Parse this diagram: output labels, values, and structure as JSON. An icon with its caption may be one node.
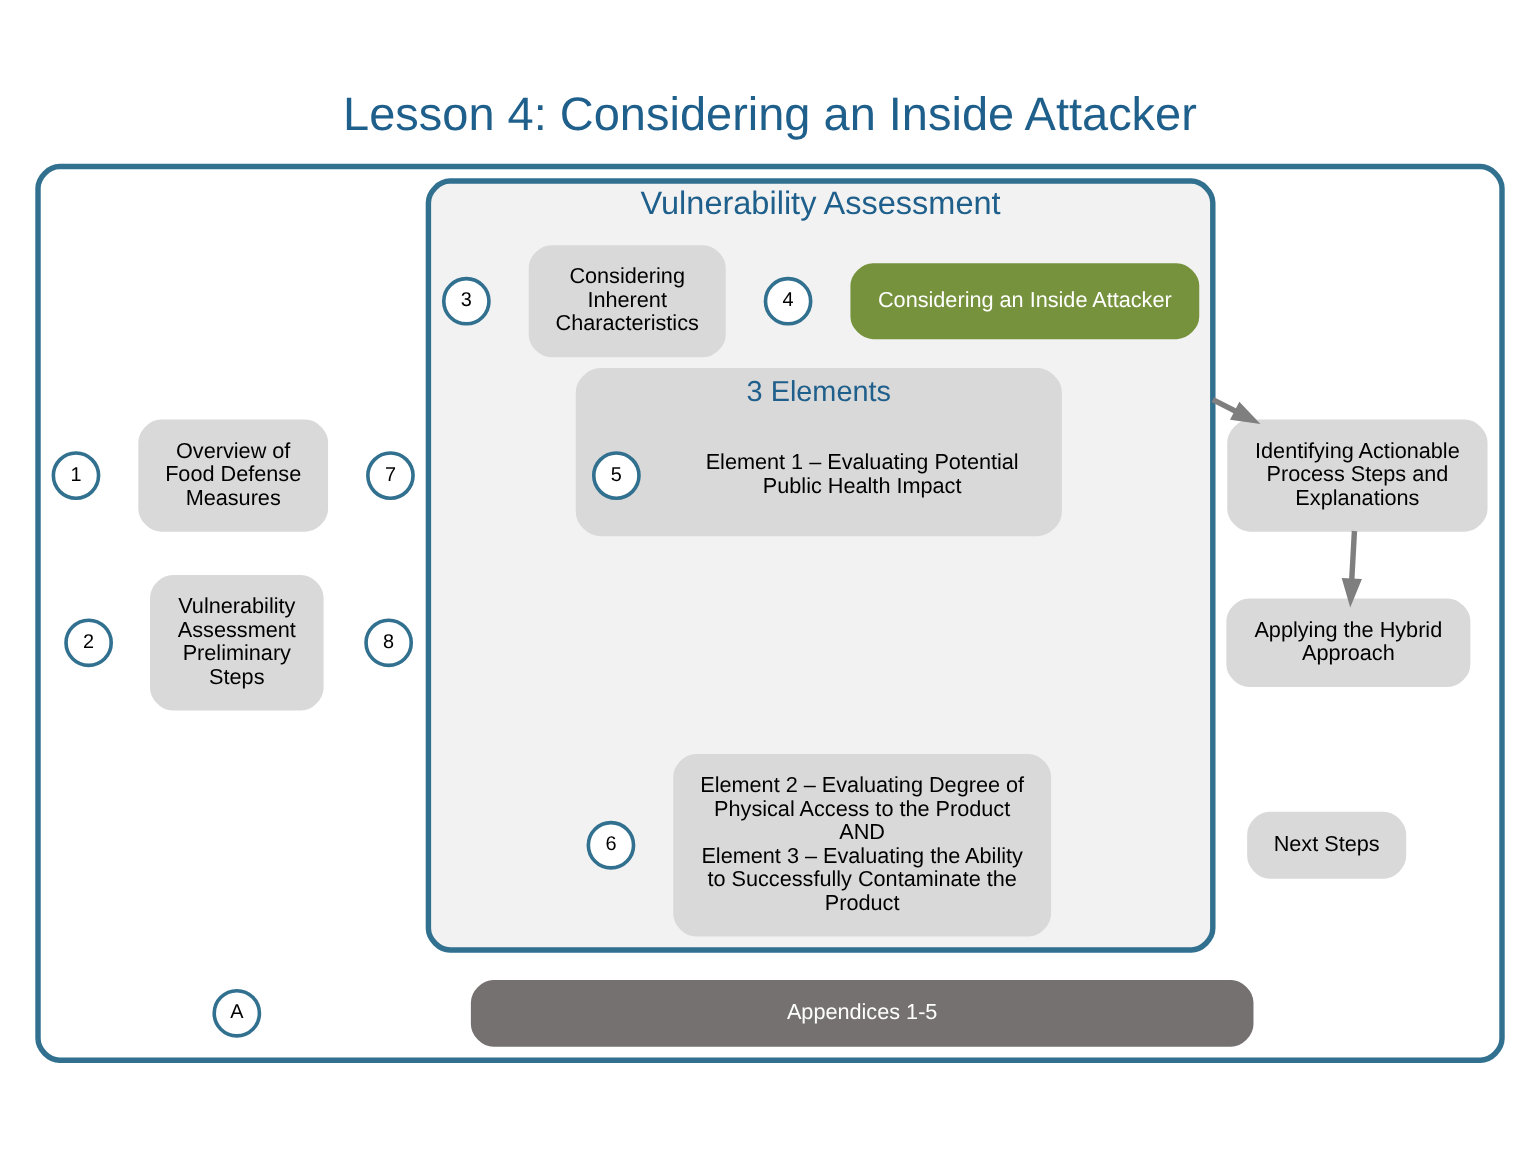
{
  "diagram": {
    "title": "Lesson 4: Considering an Inside Attacker",
    "nodes": [
      {
        "text": [],
        "shape": "box"
      },
      {
        "text": [
          "1"
        ],
        "in": 0
      },
      {
        "text": [
          "Overview of Food Defense Measures"
        ],
        "in": 0
      },
      {
        "text": [
          "2"
        ],
        "in": 0
      },
      {
        "text": [
          "Vulnerability Assessment Preliminary Steps"
        ],
        "in": 0
      },
      {
        "text": [
          "Vulnerability Assessment"
        ],
        "in": 0
      },
      {
        "text": [
          "3"
        ],
        "in": 5
      },
      {
        "text": [
          "Considering Inherent Characteristics"
        ],
        "in": 5
      },
      {
        "text": [
          "4"
        ],
        "in": 5
      },
      {
        "text": [
          "Considering an Inside Attacker"
        ],
        "in": 5
      },
      {
        "text": [
          "3 Elements"
        ],
        "in": 5
      },
      {
        "text": [
          "5"
        ],
        "in": 10
      },
      {
        "text": [
          "Element 1 – Evaluating Potential Public Health Impact"
        ],
        "in": 10
      },
      {
        "text": [
          "Element 2 – Evaluating Degree of Physical Access to the Product",
          "AND",
          "Element 3 – Evaluating the Ability to Successfully Contaminate the Product"
        ],
        "in": 5
      },
      {
        "text": [
          "6"
        ],
        "in": 5
      },
      {
        "text": [
          "7"
        ],
        "in": 0
      },
      {
        "text": [
          "Identifying Actionable Process Steps and Explanations"
        ],
        "in": 0
      },
      {
        "text": [
          "8"
        ],
        "in": 0
      },
      {
        "text": [
          "Applying the Hybrid Approach"
        ],
        "in": 0
      },
      {
        "text": [
          "Next Steps"
        ],
        "in": 0
      },
      {
        "text": [
          "A"
        ],
        "in": 0
      },
      {
        "text": [
          "Appendices 1-5"
        ],
        "in": 0
      }
    ],
    "edges": [
      {
        "from": 5,
        "to": 16,
        "arrow": "to"
      },
      {
        "from": 16,
        "to": 18,
        "arrow": "to"
      }
    ]
  }
}
